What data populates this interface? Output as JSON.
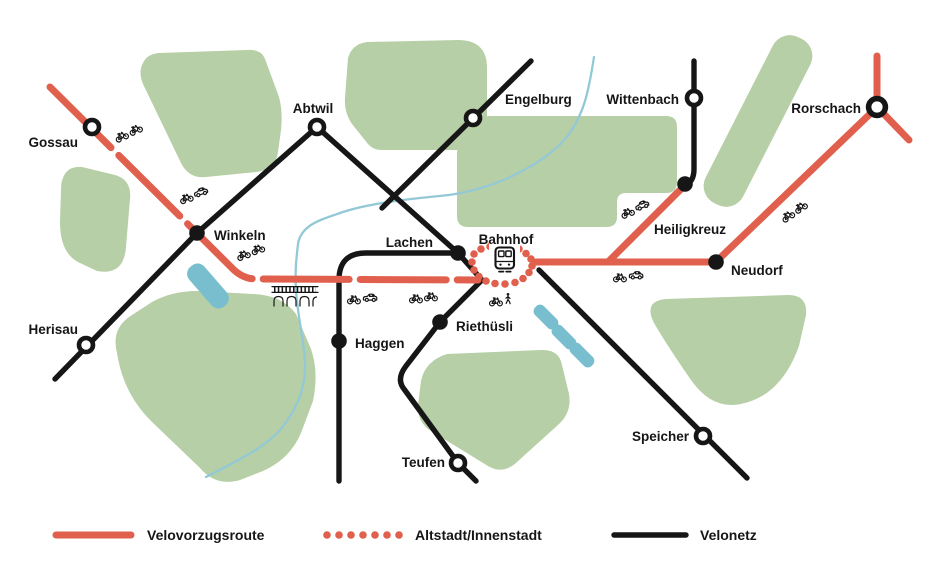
{
  "stations": {
    "gossau": {
      "name": "Gossau",
      "marker": "interchange-ring"
    },
    "herisau": {
      "name": "Herisau",
      "marker": "interchange-ring"
    },
    "abtwil": {
      "name": "Abtwil",
      "marker": "interchange-ring"
    },
    "engelburg": {
      "name": "Engelburg",
      "marker": "interchange-ring"
    },
    "wittenbach": {
      "name": "Wittenbach",
      "marker": "interchange-ring"
    },
    "rorschach": {
      "name": "Rorschach",
      "marker": "interchange-ring-large"
    },
    "winkeln": {
      "name": "Winkeln",
      "marker": "stop-solid"
    },
    "lachen": {
      "name": "Lachen",
      "marker": "stop-solid"
    },
    "bahnhof": {
      "name": "Bahnhof",
      "marker": "train-station"
    },
    "heiligkreuz": {
      "name": "Heiligkreuz",
      "marker": "stop-solid"
    },
    "neudorf": {
      "name": "Neudorf",
      "marker": "stop-solid"
    },
    "haggen": {
      "name": "Haggen",
      "marker": "stop-solid"
    },
    "riethuesli": {
      "name": "Riethüsli",
      "marker": "stop-solid"
    },
    "speicher": {
      "name": "Speicher",
      "marker": "interchange-ring"
    },
    "teufen": {
      "name": "Teufen",
      "marker": "interchange-ring"
    }
  },
  "legend": [
    {
      "label": "Velovorzugsroute",
      "swatch": "red-solid-line"
    },
    {
      "label": "Altstadt/Innenstadt",
      "swatch": "red-dotted"
    },
    {
      "label": "Velonetz",
      "swatch": "black-solid-line"
    }
  ],
  "icons": {
    "train": "train-icon",
    "bridge": "viaduct-bridge-icon",
    "bike_pair": "two-bicycles-icon",
    "bike_car": "bicycle-car-icon",
    "bike_walk": "bicycle-pedestrian-icon"
  },
  "colors": {
    "route_red": "#E0604D",
    "network_black": "#161616",
    "park_green": "#B6CFA6",
    "pond_blue": "#79BECF",
    "river_blue": "#93C9D6"
  }
}
